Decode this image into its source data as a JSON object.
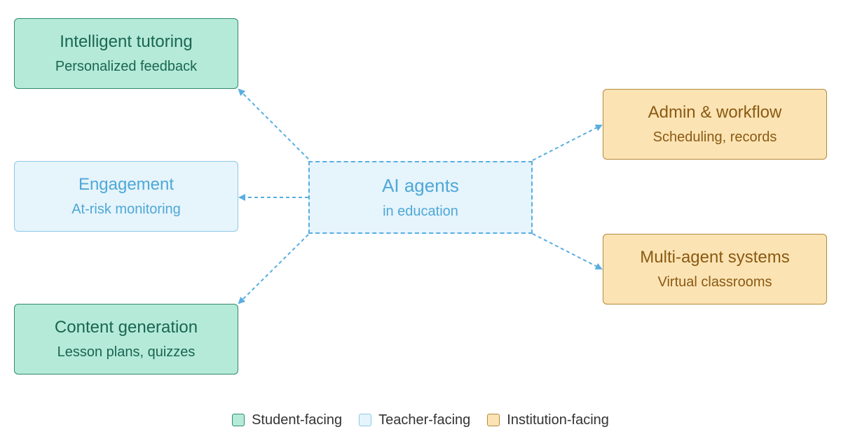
{
  "center": {
    "title": "AI agents",
    "subtitle": "in education"
  },
  "nodes": [
    {
      "id": "tutoring",
      "title": "Intelligent tutoring",
      "subtitle": "Personalized feedback",
      "category": "student"
    },
    {
      "id": "engagement",
      "title": "Engagement",
      "subtitle": "At-risk monitoring",
      "category": "teacher"
    },
    {
      "id": "content",
      "title": "Content generation",
      "subtitle": "Lesson plans, quizzes",
      "category": "student"
    },
    {
      "id": "admin",
      "title": "Admin & workflow",
      "subtitle": "Scheduling, records",
      "category": "institution"
    },
    {
      "id": "multi",
      "title": "Multi-agent systems",
      "subtitle": "Virtual classrooms",
      "category": "institution"
    }
  ],
  "legend": [
    {
      "label": "Student-facing",
      "color": "#b5ead9"
    },
    {
      "label": "Teacher-facing",
      "color": "#e6f4fb"
    },
    {
      "label": "Institution-facing",
      "color": "#fbe3b4"
    }
  ],
  "colors": {
    "connector": "#59aee0",
    "student_fill": "#b5ead9",
    "teacher_fill": "#e6f4fb",
    "institution_fill": "#fbe3b4"
  }
}
